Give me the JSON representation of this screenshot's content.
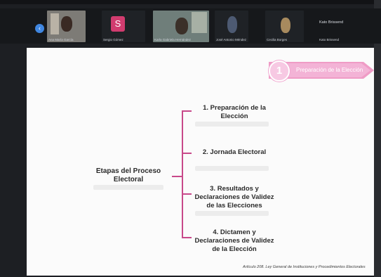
{
  "meeting": {
    "participants": [
      {
        "name": "Ana María García",
        "type": "video"
      },
      {
        "name": "Sergio Gómez",
        "type": "avatar",
        "initial": "S"
      },
      {
        "name": "Karla Gabriela Hernández",
        "type": "video"
      },
      {
        "name": "José Antonio Méndez",
        "type": "video"
      },
      {
        "name": "Cecilia Borges",
        "type": "video"
      },
      {
        "name": "Kato Brissend",
        "type": "name-only"
      }
    ],
    "accent_color": "#3f86e0"
  },
  "slide": {
    "section_number": "1",
    "section_title": "Preparación de la Elección",
    "banner_color": "#ef9cc6",
    "root": "Etapas del Proceso Electoral",
    "items": [
      "1. Preparación de la Elección",
      "2. Jornada Electoral",
      "3. Resultados y Declaraciones de Validez de las Elecciones",
      "4. Dictamen y Declaraciones de Validez de la Elección"
    ],
    "connector_color": "#c8498a",
    "citation": "Artículo 208. Ley General de Instituciones y Procedimientos Electorales"
  }
}
